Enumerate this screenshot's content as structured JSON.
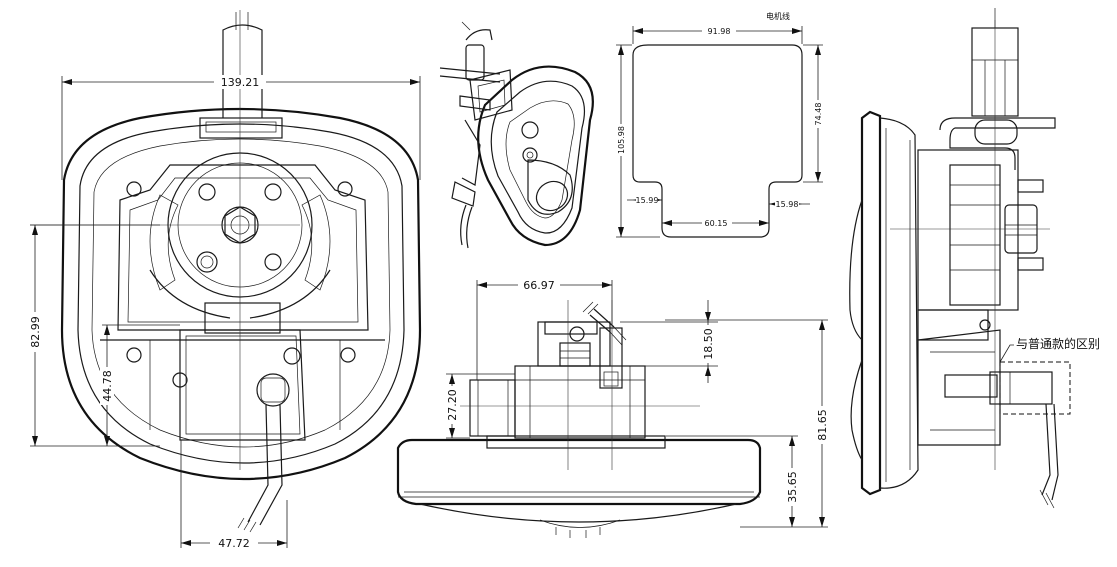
{
  "front_view": {
    "width_dim": "139.21",
    "height_dim": "82.99",
    "lower_height_dim": "44.78",
    "bottom_width_dim": "47.72"
  },
  "cutout_view": {
    "label": "电机线",
    "top_width_dim": "91.98",
    "left_height_dim": "105.98",
    "right_height_dim": "74.48",
    "left_tab_dim": "15.99",
    "right_tab_dim": "15.98",
    "bottom_gap_dim": "60.15"
  },
  "side_view": {
    "width_dim": "66.97",
    "upper_height_dim": "18.50",
    "left_height_dim": "27.20",
    "total_height_dim": "81.65",
    "flange_height_dim": "35.65"
  },
  "right_view": {
    "note": "与普通款的区别"
  }
}
